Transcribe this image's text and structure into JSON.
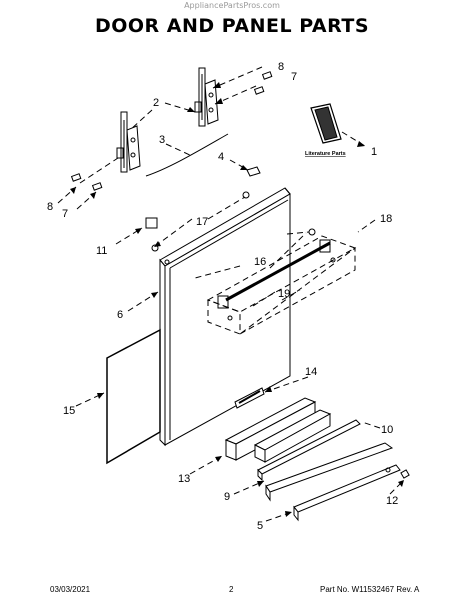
{
  "watermark": "AppliancePartsPros.com",
  "title": "DOOR AND PANEL PARTS",
  "literature_label": "Literature Parts",
  "callouts": [
    "1",
    "2",
    "3",
    "4",
    "5",
    "6",
    "7",
    "7",
    "8",
    "8",
    "9",
    "10",
    "11",
    "12",
    "13",
    "14",
    "15",
    "16",
    "17",
    "18",
    "19"
  ],
  "footer": {
    "date": "03/03/2021",
    "page": "2",
    "part_no": "Part No. W11532467  Rev. A"
  }
}
